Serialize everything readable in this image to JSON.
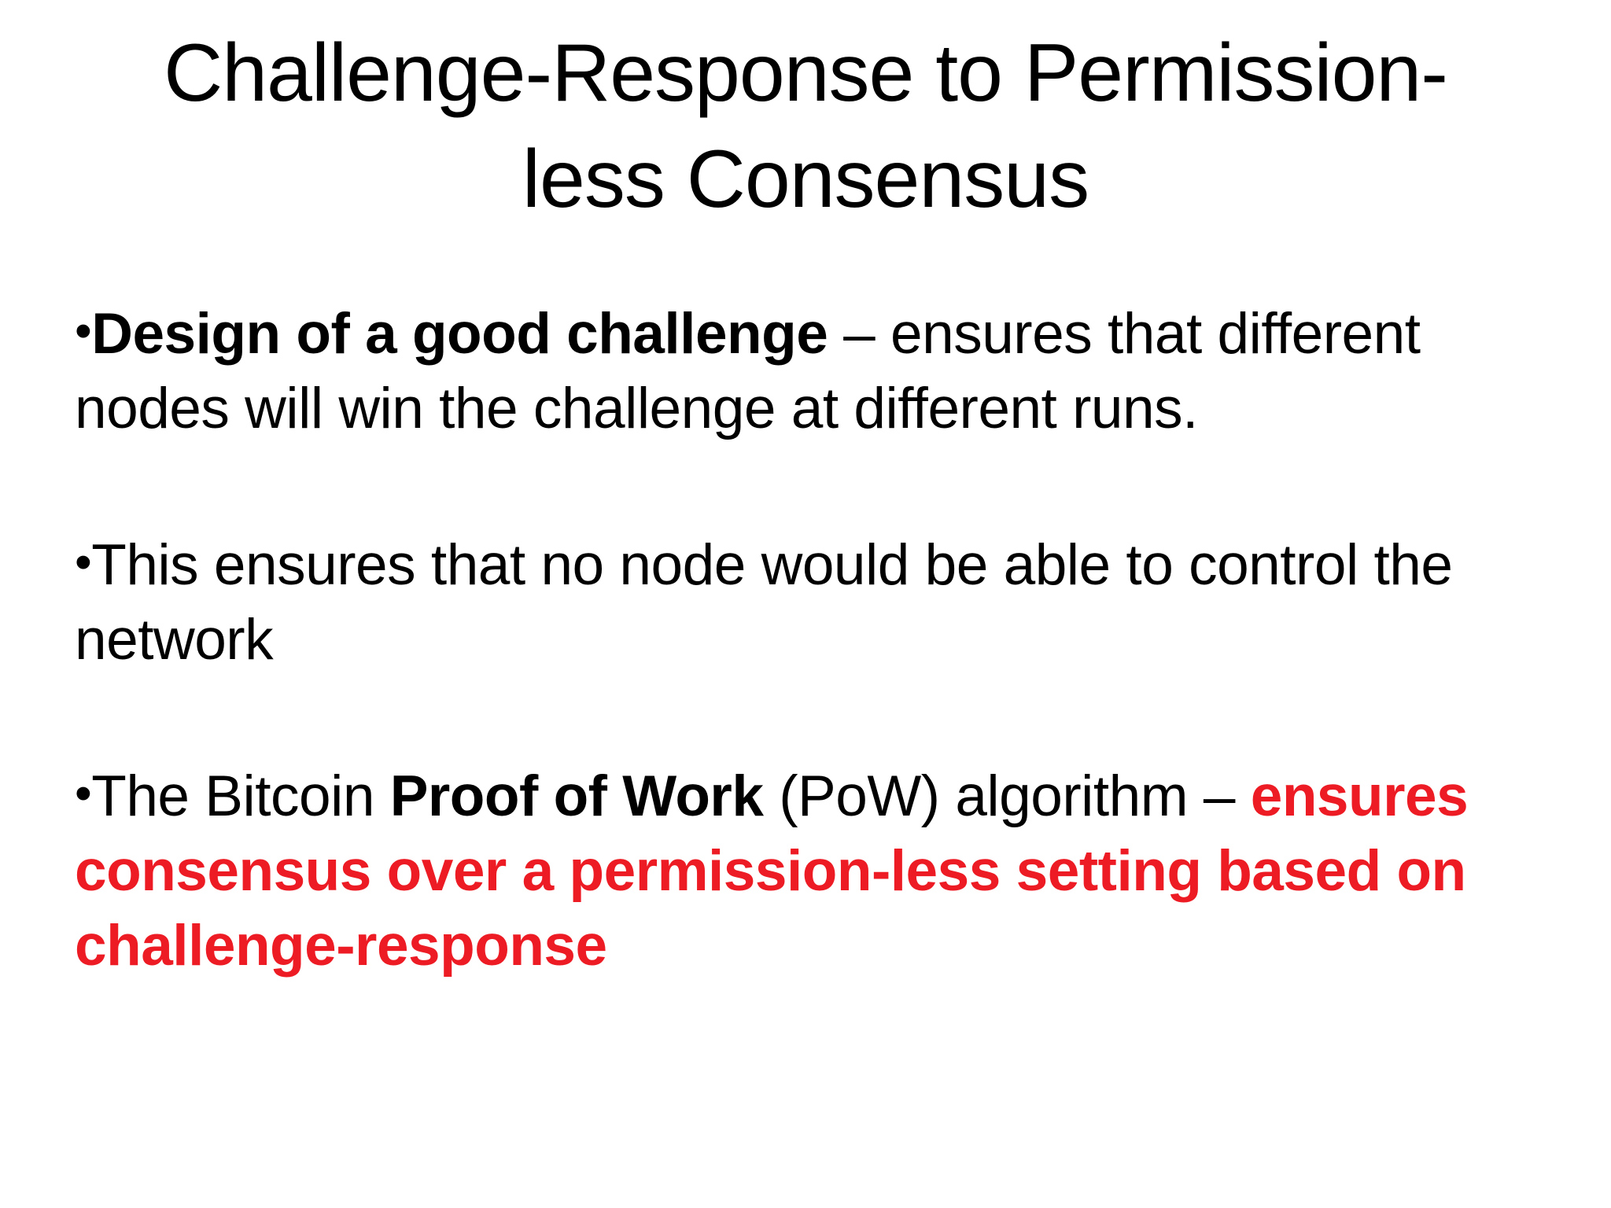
{
  "slide": {
    "title_line1": "Challenge-Response to Permission-",
    "title_line2": "less Consensus",
    "bullet_char": "•",
    "colors": {
      "text": "#000000",
      "red": "#ED1C24",
      "background": "#FFFFFF"
    },
    "bullets": [
      {
        "runs": [
          {
            "text": "Design of a good challenge",
            "bold": true
          },
          {
            "text": " – ensures that different nodes will win the challenge at different runs."
          }
        ]
      },
      {
        "runs": [
          {
            "text": "This ensures that no node would be able to control the network"
          }
        ]
      },
      {
        "runs": [
          {
            "text": "The Bitcoin "
          },
          {
            "text": "Proof of Work",
            "bold": true
          },
          {
            "text": " (PoW) algorithm – "
          },
          {
            "text": "ensures consensus over a permission-less setting based on challenge-response",
            "bold": true,
            "red": true
          }
        ]
      }
    ]
  }
}
